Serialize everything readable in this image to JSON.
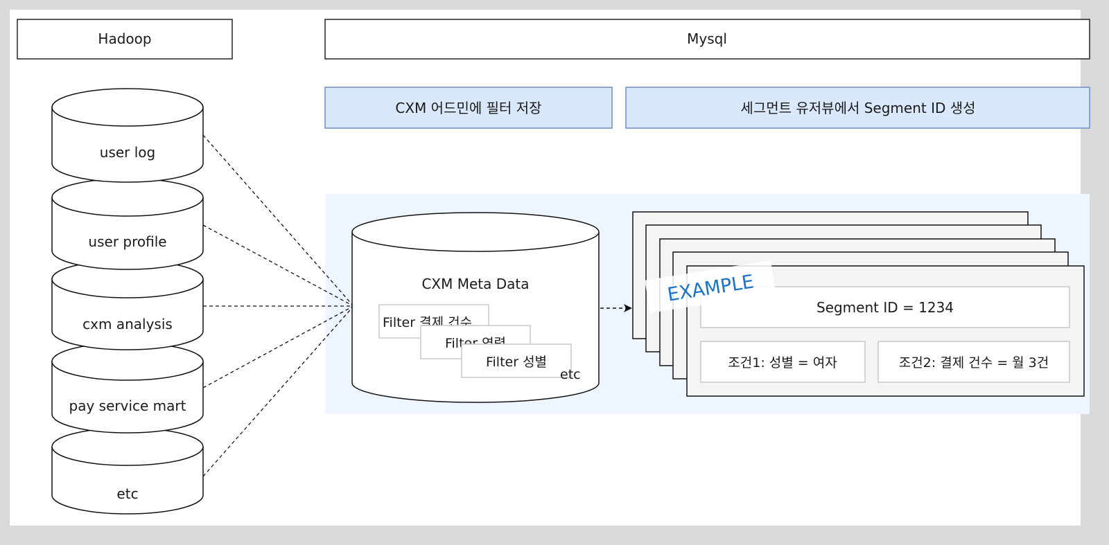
{
  "headers": {
    "hadoop": "Hadoop",
    "mysql": "Mysql"
  },
  "actions": {
    "save_filter": "CXM 어드민에 필터 저장",
    "create_segment": "세그먼트 유저뷰에서 Segment ID 생성"
  },
  "sources": [
    "user log",
    "user profile",
    "cxm analysis",
    "pay service mart",
    "etc"
  ],
  "meta": {
    "title": "CXM Meta Data",
    "filters": [
      "Filter 결제 건수",
      "Filter 연령",
      "Filter 성별"
    ],
    "etc": "etc"
  },
  "example": {
    "stamp": "EXAMPLE",
    "segment_id": "Segment ID = 1234",
    "condition1": "조건1: 성별 = 여자",
    "condition2": "조건2: 결제 건수 = 월 3건"
  },
  "colors": {
    "action_fill": "#dae8fc",
    "action_stroke": "#6c8ebf",
    "panel_fill": "#eef5fe",
    "stack_fill": "#f4f4f4",
    "stamp_text": "#1a73c8"
  }
}
